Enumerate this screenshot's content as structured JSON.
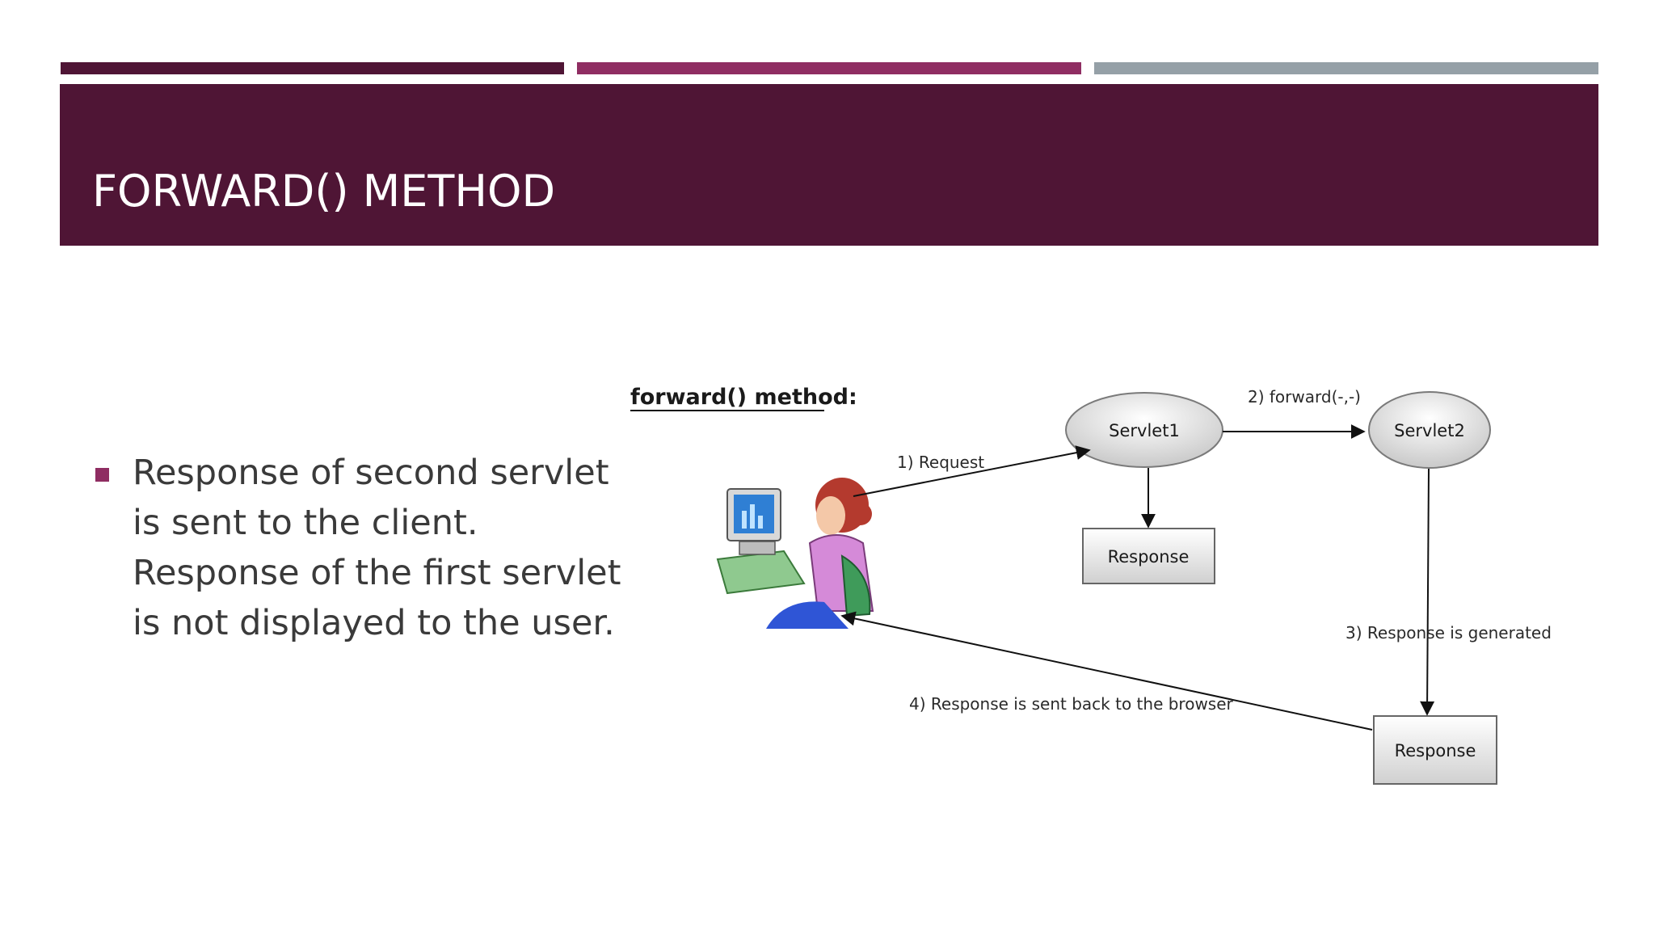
{
  "slide": {
    "title": "FORWARD() METHOD",
    "bullet_lines": [
      "Response of second servlet",
      "is sent to the client.",
      "Response of the first servlet",
      "is not displayed to the user."
    ]
  },
  "diagram": {
    "title": "forward() method:",
    "nodes": {
      "servlet1": "Servlet1",
      "servlet2": "Servlet2",
      "response1": "Response",
      "response2": "Response"
    },
    "edges": {
      "request": "1) Request",
      "forward": "2) forward(-,-)",
      "generated": "3) Response is generated",
      "sent_back": "4) Response  is sent back to the browser"
    }
  },
  "colors": {
    "dark_plum": "#4f1535",
    "magenta": "#8f2d62",
    "gray": "#95a0a7"
  }
}
